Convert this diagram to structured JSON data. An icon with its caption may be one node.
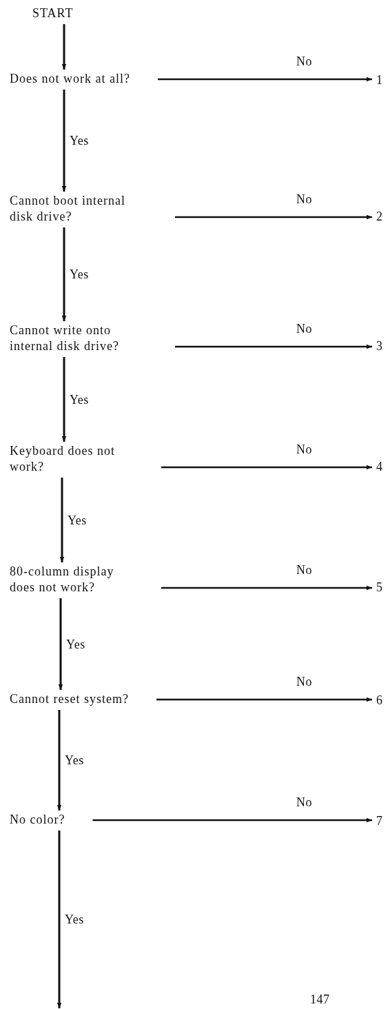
{
  "diagram": {
    "nodes": [
      {
        "text": [
          "START"
        ]
      },
      {
        "text": [
          "Does not work at all?"
        ]
      },
      {
        "text": [
          "1"
        ]
      },
      {
        "text": [
          "Cannot boot internal disk drive?"
        ]
      },
      {
        "text": [
          "2"
        ]
      },
      {
        "text": [
          "Cannot write onto internal disk drive?"
        ]
      },
      {
        "text": [
          "3"
        ]
      },
      {
        "text": [
          "Keyboard does not work?"
        ]
      },
      {
        "text": [
          "4"
        ]
      },
      {
        "text": [
          "80-column display does not work?"
        ]
      },
      {
        "text": [
          "5"
        ]
      },
      {
        "text": [
          "Cannot reset system?"
        ]
      },
      {
        "text": [
          "6"
        ]
      },
      {
        "text": [
          "No color?"
        ]
      },
      {
        "text": [
          "7"
        ]
      }
    ],
    "edges": [
      {
        "from": 0,
        "to": 1,
        "arrow": "to"
      },
      {
        "from": 1,
        "to": 2,
        "label": "No",
        "arrow": "to"
      },
      {
        "from": 1,
        "to": 3,
        "label": "Yes",
        "arrow": "to"
      },
      {
        "from": 3,
        "to": 4,
        "label": "No",
        "arrow": "to"
      },
      {
        "from": 3,
        "to": 5,
        "label": "Yes",
        "arrow": "to"
      },
      {
        "from": 5,
        "to": 6,
        "label": "No",
        "arrow": "to"
      },
      {
        "from": 5,
        "to": 7,
        "label": "Yes",
        "arrow": "to"
      },
      {
        "from": 7,
        "to": 8,
        "label": "No",
        "arrow": "to"
      },
      {
        "from": 7,
        "to": 9,
        "label": "Yes",
        "arrow": "to"
      },
      {
        "from": 9,
        "to": 10,
        "label": "No",
        "arrow": "to"
      },
      {
        "from": 9,
        "to": 11,
        "label": "Yes",
        "arrow": "to"
      },
      {
        "from": 11,
        "to": 12,
        "label": "No",
        "arrow": "to"
      },
      {
        "from": 11,
        "to": 13,
        "label": "Yes",
        "arrow": "to"
      },
      {
        "from": 13,
        "to": 14,
        "label": "No",
        "arrow": "to"
      },
      {
        "from": 13,
        "to": null,
        "label": "Yes",
        "arrow": "to"
      }
    ],
    "labels": [
      "147"
    ]
  }
}
